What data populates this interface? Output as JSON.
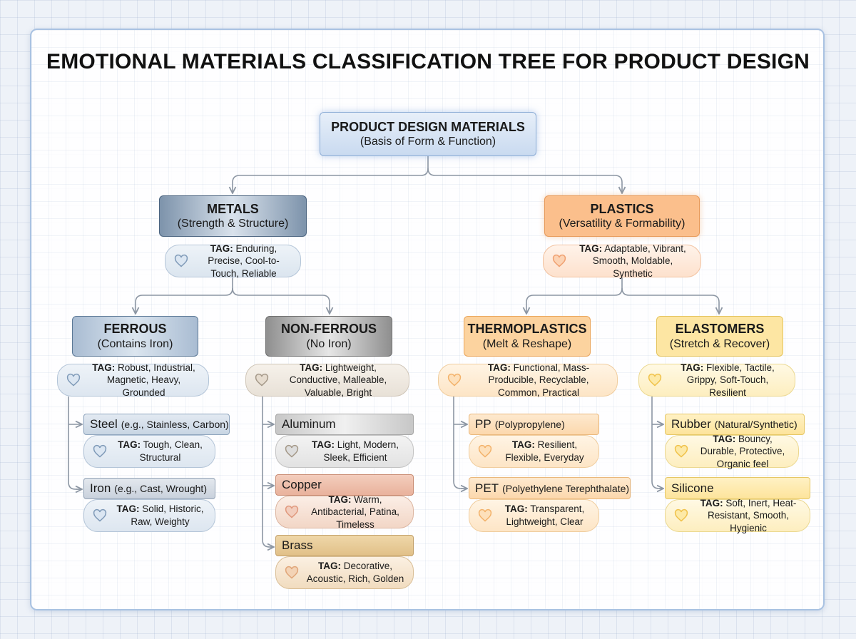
{
  "title": "EMOTIONAL MATERIALS CLASSIFICATION TREE FOR PRODUCT DESIGN",
  "colors": {
    "connector": "#8c96a3",
    "heart_metal": "#7f9ab8",
    "heart_nonferrous": "#a49888",
    "heart_plastic": "#f0a070",
    "heart_copper": "#e0987c",
    "heart_brass": "#e0a578",
    "heart_thermo": "#f3b26a",
    "heart_elast": "#f0c24a"
  },
  "root": {
    "title": "PRODUCT DESIGN MATERIALS",
    "subtitle": "(Basis of Form & Function)"
  },
  "metals": {
    "title": "METALS",
    "subtitle": "(Strength & Structure)",
    "tag": {
      "label": "TAG:",
      "text": "Enduring, Precise, Cool-to-Touch, Reliable"
    },
    "ferrous": {
      "title": "FERROUS",
      "subtitle": "(Contains Iron)",
      "tag": {
        "label": "TAG:",
        "text": "Robust, Industrial, Magnetic, Heavy, Grounded"
      },
      "items": [
        {
          "name": "Steel",
          "note": "(e.g., Stainless, Carbon)",
          "tag": {
            "label": "TAG:",
            "text": "Tough, Clean, Structural"
          }
        },
        {
          "name": "Iron",
          "note": "(e.g., Cast, Wrought)",
          "tag": {
            "label": "TAG:",
            "text": "Solid, Historic, Raw, Weighty"
          }
        }
      ]
    },
    "nonferrous": {
      "title": "NON-FERROUS",
      "subtitle": "(No Iron)",
      "tag": {
        "label": "TAG:",
        "text": "Lightweight, Conductive, Malleable, Valuable, Bright"
      },
      "items": [
        {
          "name": "Aluminum",
          "note": "",
          "tag": {
            "label": "TAG:",
            "text": "Light, Modern, Sleek, Efficient"
          }
        },
        {
          "name": "Copper",
          "note": "",
          "tag": {
            "label": "TAG:",
            "text": "Warm, Antibacterial, Patina, Timeless"
          }
        },
        {
          "name": "Brass",
          "note": "",
          "tag": {
            "label": "TAG:",
            "text": "Decorative, Acoustic, Rich, Golden"
          }
        }
      ]
    }
  },
  "plastics": {
    "title": "PLASTICS",
    "subtitle": "(Versatility & Formability)",
    "tag": {
      "label": "TAG:",
      "text": "Adaptable, Vibrant, Smooth, Moldable, Synthetic"
    },
    "thermoplastics": {
      "title": "THERMOPLASTICS",
      "subtitle": "(Melt & Reshape)",
      "tag": {
        "label": "TAG:",
        "text": "Functional, Mass-Producible, Recyclable, Common, Practical"
      },
      "items": [
        {
          "name": "PP",
          "note": "(Polypropylene)",
          "tag": {
            "label": "TAG:",
            "text": "Resilient, Flexible, Everyday"
          }
        },
        {
          "name": "PET",
          "note": "(Polyethylene Terephthalate)",
          "tag": {
            "label": "TAG:",
            "text": "Transparent, Lightweight, Clear"
          }
        }
      ]
    },
    "elastomers": {
      "title": "ELASTOMERS",
      "subtitle": "(Stretch & Recover)",
      "tag": {
        "label": "TAG:",
        "text": "Flexible, Tactile, Grippy, Soft-Touch, Resilient"
      },
      "items": [
        {
          "name": "Rubber",
          "note": "(Natural/Synthetic)",
          "tag": {
            "label": "TAG:",
            "text": "Bouncy, Durable, Protective, Organic feel"
          }
        },
        {
          "name": "Silicone",
          "note": "",
          "tag": {
            "label": "TAG:",
            "text": "Soft, Inert, Heat-Resistant, Smooth, Hygienic"
          }
        }
      ]
    }
  }
}
